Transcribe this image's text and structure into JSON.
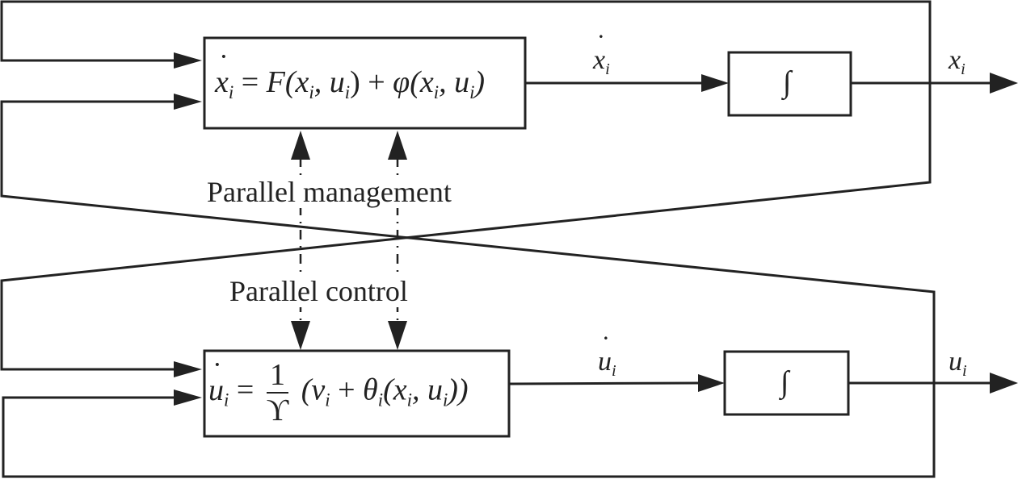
{
  "diagram": {
    "type": "block-diagram",
    "blocks": {
      "state_dynamics": {
        "lhs": "x",
        "lhs_sub": "i",
        "equals": "=",
        "rhs": "F(x, u) + φ(x, u)",
        "rhs_parts": [
          "F(x",
          "i",
          ", u",
          "i",
          ") + ",
          "φ",
          "(x",
          "i",
          ", u",
          "i",
          ")"
        ]
      },
      "state_integrator": {
        "symbol": "∫"
      },
      "control_dynamics": {
        "lhs": "u",
        "lhs_sub": "i",
        "equals": "=",
        "frac_num": "1",
        "frac_den": "ϒ",
        "rhs_parts": [
          "(v",
          "i",
          " + ",
          "θ",
          "i",
          "(x",
          "i",
          ", u",
          "i",
          "))"
        ]
      },
      "control_integrator": {
        "symbol": "∫"
      }
    },
    "signals": {
      "x_dot": {
        "base": "x",
        "sub": "i",
        "dotted": true
      },
      "x_out": {
        "base": "x",
        "sub": "i",
        "dotted": false
      },
      "u_dot": {
        "base": "u",
        "sub": "i",
        "dotted": true
      },
      "u_out": {
        "base": "u",
        "sub": "i",
        "dotted": false
      }
    },
    "labels": {
      "parallel_management": "Parallel management",
      "parallel_control": "Parallel control"
    },
    "colors": {
      "line": "#222222",
      "background": "#ffffff"
    }
  }
}
